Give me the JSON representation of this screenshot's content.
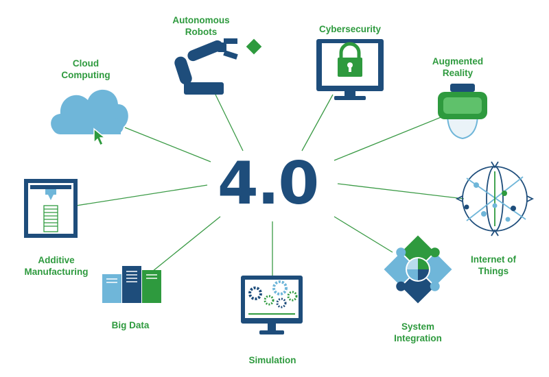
{
  "center": {
    "title": "4.0"
  },
  "colors": {
    "navy": "#1e4d7b",
    "green": "#2e9a3e",
    "light_blue": "#6fb6d9",
    "line": "#3a9a45"
  },
  "nodes": [
    {
      "id": "cloud-computing",
      "line1": "Cloud",
      "line2": "Computing",
      "icon": "cloud-cursor-icon"
    },
    {
      "id": "autonomous-robots",
      "line1": "Autonomous",
      "line2": "Robots",
      "icon": "robot-arm-icon"
    },
    {
      "id": "cybersecurity",
      "line1": "Cybersecurity",
      "line2": "",
      "icon": "monitor-lock-icon"
    },
    {
      "id": "augmented-reality",
      "line1": "Augmented",
      "line2": "Reality",
      "icon": "vr-headset-icon"
    },
    {
      "id": "internet-of-things",
      "line1": "Internet of",
      "line2": "Things",
      "icon": "network-globe-icon"
    },
    {
      "id": "system-integration",
      "line1": "System",
      "line2": "Integration",
      "icon": "puzzle-icon"
    },
    {
      "id": "simulation",
      "line1": "Simulation",
      "line2": "",
      "icon": "monitor-gears-icon"
    },
    {
      "id": "big-data",
      "line1": "Big Data",
      "line2": "",
      "icon": "server-racks-icon"
    },
    {
      "id": "additive-manufacturing",
      "line1": "Additive",
      "line2": "Manufacturing",
      "icon": "3d-printer-icon"
    }
  ]
}
